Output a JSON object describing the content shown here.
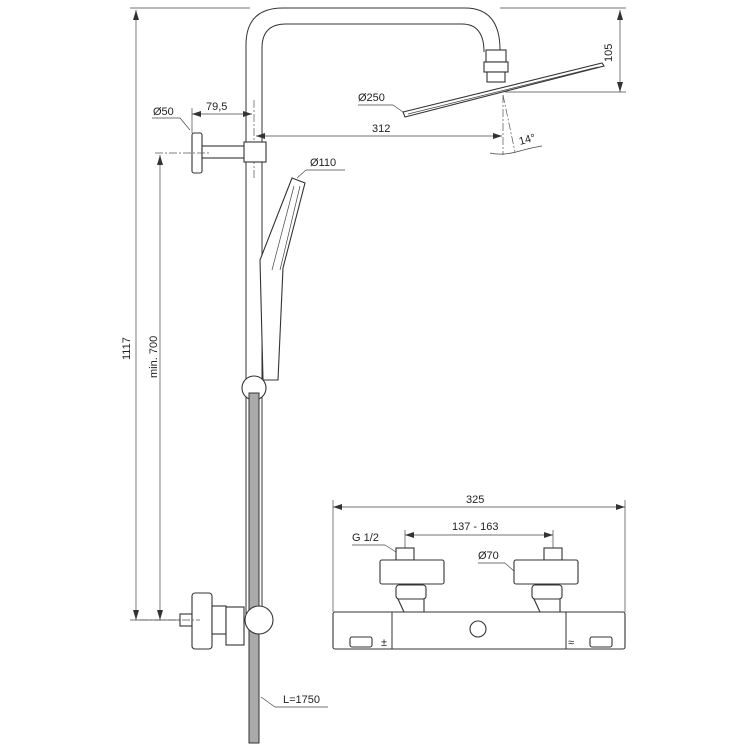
{
  "drawing": {
    "title": "Shower system dimension drawing",
    "units": "mm",
    "colors": {
      "line": "#333333",
      "hose_fill": "#aaaaaa",
      "background": "#ffffff"
    },
    "dimensions": {
      "total_height": "1117",
      "min_height": "min. 700",
      "wall_bracket_diameter": "Ø50",
      "wall_bracket_offset": "79,5",
      "overhead_diameter": "Ø250",
      "arm_reach": "312",
      "overhead_drop": "105",
      "overhead_angle": "14°",
      "handshower_diameter": "Ø110",
      "hose_length": "L=1750"
    },
    "thermostat": {
      "width": "325",
      "connection_distance": "137 - 163",
      "thread": "G 1/2",
      "cover_diameter": "Ø70"
    }
  }
}
